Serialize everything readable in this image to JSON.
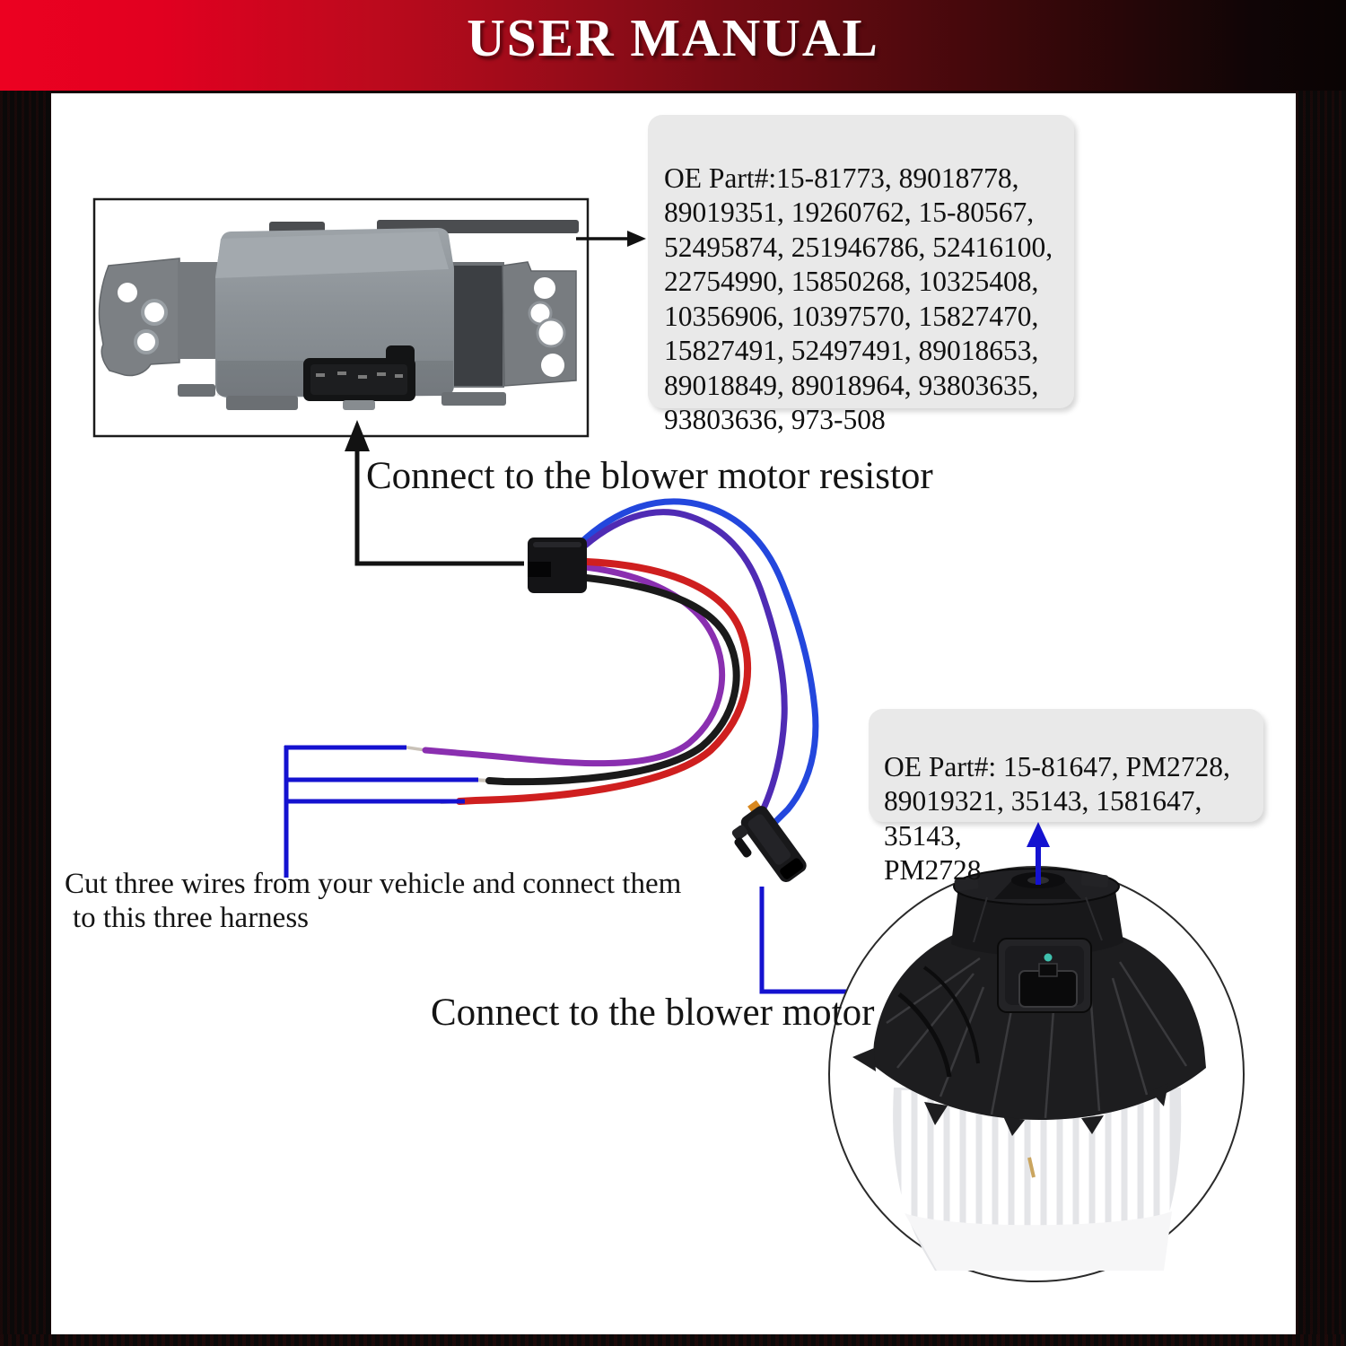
{
  "banner": {
    "title": "USER MANUAL"
  },
  "resistor_section": {
    "part_numbers": "OE Part#:15-81773, 89018778,\n89019351, 19260762, 15-80567,\n52495874, 251946786, 52416100,\n22754990, 15850268, 10325408,\n10356906, 10397570, 15827470,\n15827491, 52497491, 89018653,\n89018849, 89018964, 93803635,\n93803636, 973-508",
    "caption": "Connect to the blower motor resistor"
  },
  "harness_section": {
    "caption_line1": "Cut three wires from your vehicle and connect them",
    "caption_line2": "to this three harness"
  },
  "motor_section": {
    "part_numbers": "OE Part#: 15-81647, PM2728,\n89019321, 35143, 1581647, 35143,\nPM2728",
    "caption": "Connect to the blower motor"
  },
  "colors": {
    "banner_red": "#e80021",
    "annotation_blue": "#1412d0",
    "wire_purple": "#8a2fb0",
    "wire_violet": "#4f2bb4",
    "wire_blue": "#2347dd",
    "wire_red": "#cf1f1f",
    "wire_black": "#1a1a1a",
    "box_gray": "#e9e9e9"
  }
}
